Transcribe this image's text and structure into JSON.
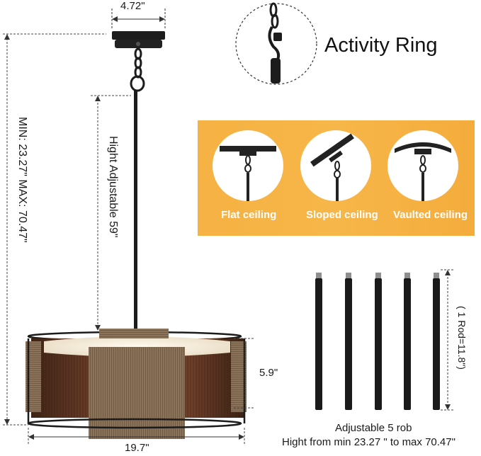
{
  "dimensions": {
    "canopy_width": "4.72\"",
    "min_max": "MIN: 23.27\"   MAX: 70.47\"",
    "adjustable": "Hight Adjustable 59\"",
    "shade_height": "5.9\"",
    "shade_width": "19.7\""
  },
  "activity_ring": {
    "label": "Activity Ring"
  },
  "ceiling_types": [
    {
      "label": "Flat ceiling"
    },
    {
      "label": "Sloped ceiling"
    },
    {
      "label": "Vaulted ceiling"
    }
  ],
  "rods": {
    "count": 5,
    "rod_length": "( 1 Rod=11.8\")",
    "caption_line1": "Adjustable 5 rob",
    "caption_line2": "Hight from min 23.27 \" to max 70.47\""
  },
  "colors": {
    "panel": "#f6b243",
    "wood": "#5a3320",
    "rope": "#8a7358",
    "metal": "#1c1c1c"
  }
}
